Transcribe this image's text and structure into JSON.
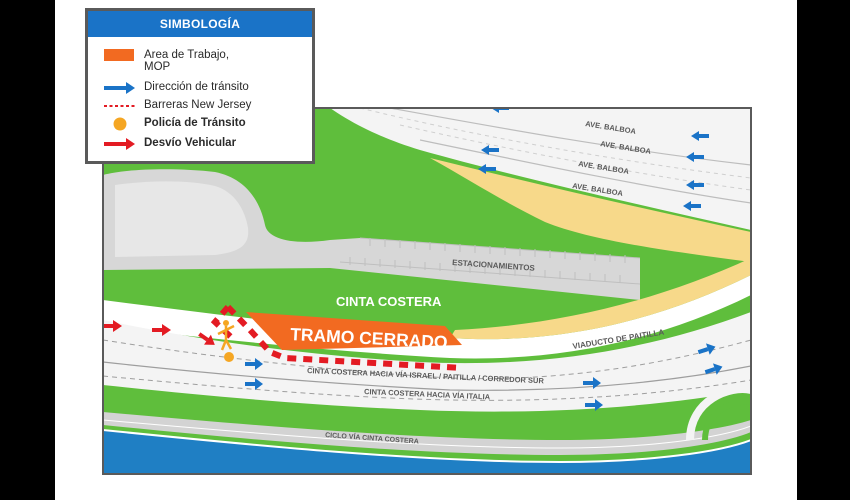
{
  "legend": {
    "title": "SIMBOLOGÍA",
    "items": [
      {
        "label_line1": "Area de Trabajo,",
        "label_line2": "MOP",
        "symbol": "orange-rectangle"
      },
      {
        "label_line1": "Dirección de tránsito",
        "label_line2": "",
        "symbol": "blue-arrow"
      },
      {
        "label_line1": "Barreras New Jersey",
        "label_line2": "",
        "symbol": "red-dashed-line"
      },
      {
        "label_line1": "Policía de Tránsito",
        "label_line2": "",
        "symbol": "orange-dot"
      },
      {
        "label_line1": "Desvío Vehicular",
        "label_line2": "",
        "symbol": "red-arrow"
      }
    ]
  },
  "map": {
    "roads": {
      "balboa_1": "AVE. BALBOA",
      "balboa_2": "AVE. BALBOA",
      "balboa_3": "AVE. BALBOA",
      "balboa_4": "AVE. BALBOA",
      "viaducto": "VIADUCTO DE PAITILLA",
      "costera_israel": "CINTA COSTERA HACIA VÍA ISRAEL / PAITILLA / CORREDOR SUR",
      "costera_italia": "CINTA COSTERA HACIA VÍA ITALIA",
      "ciclovia": "CICLO VÍA CINTA COSTERA"
    },
    "areas": {
      "estacionamientos": "ESTACIONAMIENTOS",
      "cinta_costera": "CINTA COSTERA"
    },
    "closure_label": "TRAMO CERRADO"
  },
  "colors": {
    "work_area": "#f26a21",
    "traffic_arrow": "#1a73c7",
    "barrier": "#e31b23",
    "police": "#f5a623",
    "grass": "#5fbe3c",
    "road": "#ffffff",
    "viaduct": "#f7d98a",
    "water": "#1f7fc4",
    "legend_header": "#1a73c7"
  }
}
